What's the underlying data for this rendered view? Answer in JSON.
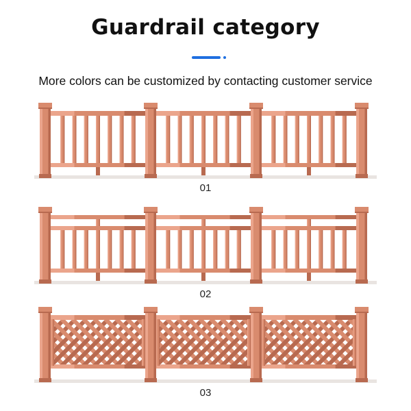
{
  "header": {
    "title": "Guardrail category",
    "subtitle": "More colors can be customized by contacting customer service"
  },
  "colors": {
    "accent": "#1f6fe0",
    "wood": "#d98b6e",
    "wood_dark": "#b86a50",
    "wood_light": "#ea a38a"
  },
  "fences": [
    {
      "style": "vertical-balusters",
      "label": "01"
    },
    {
      "style": "rail-with-balusters",
      "label": "02"
    },
    {
      "style": "lattice",
      "label": "03"
    }
  ]
}
